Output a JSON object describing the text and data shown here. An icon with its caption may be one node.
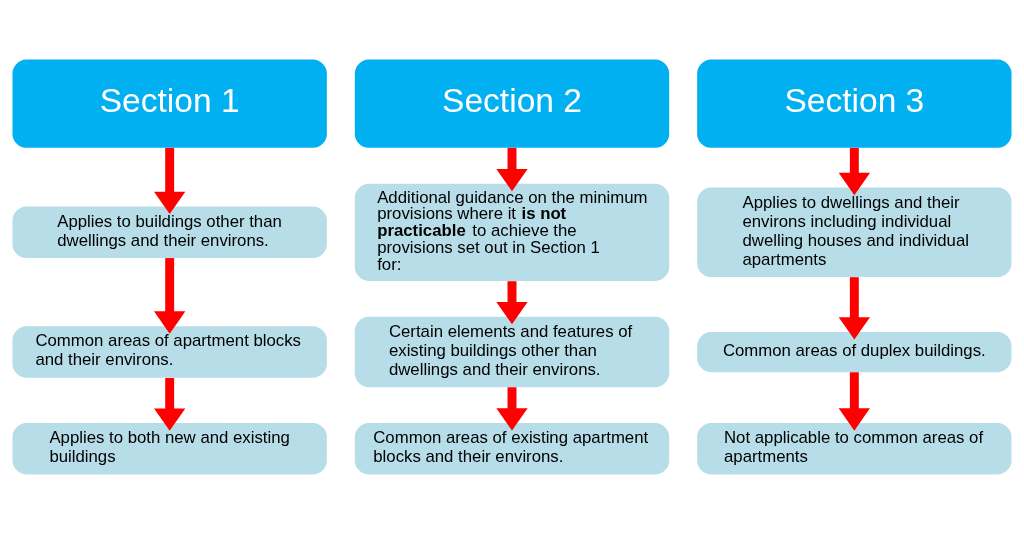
{
  "diagram": {
    "nodes": [
      {
        "text": [
          "Section 1"
        ]
      },
      {
        "text": [
          "Section 2"
        ]
      },
      {
        "text": [
          "Section 3"
        ]
      },
      {
        "text": [
          "Applies to buildings other than dwellings and their environs."
        ]
      },
      {
        "text": [
          "Additional guidance on the minimum provisions where it **is not practicable** to achieve the provisions set out in Section 1 for:"
        ]
      },
      {
        "text": [
          "Applies to dwellings and their environs including individual dwelling houses and individual apartments"
        ]
      },
      {
        "text": [
          "Common areas of apartment blocks and their environs."
        ]
      },
      {
        "text": [
          "Certain elements and features of existing buildings other than dwellings and their environs."
        ]
      },
      {
        "text": [
          "Common areas of duplex buildings."
        ]
      },
      {
        "text": [
          "Applies to both new and existing buildings"
        ]
      },
      {
        "text": [
          "Common areas of existing apartment blocks and their environs."
        ]
      },
      {
        "text": [
          "Not applicable to common areas of apartments"
        ]
      }
    ],
    "edges": [
      {
        "from": 0,
        "to": 3,
        "arrow": "to"
      },
      {
        "from": 3,
        "to": 6,
        "arrow": "to"
      },
      {
        "from": 6,
        "to": 9,
        "arrow": "to"
      },
      {
        "from": 1,
        "to": 4,
        "arrow": "to"
      },
      {
        "from": 4,
        "to": 7,
        "arrow": "to"
      },
      {
        "from": 7,
        "to": 10,
        "arrow": "to"
      },
      {
        "from": 2,
        "to": 5,
        "arrow": "to"
      },
      {
        "from": 5,
        "to": 8,
        "arrow": "to"
      },
      {
        "from": 8,
        "to": 11,
        "arrow": "to"
      }
    ]
  }
}
